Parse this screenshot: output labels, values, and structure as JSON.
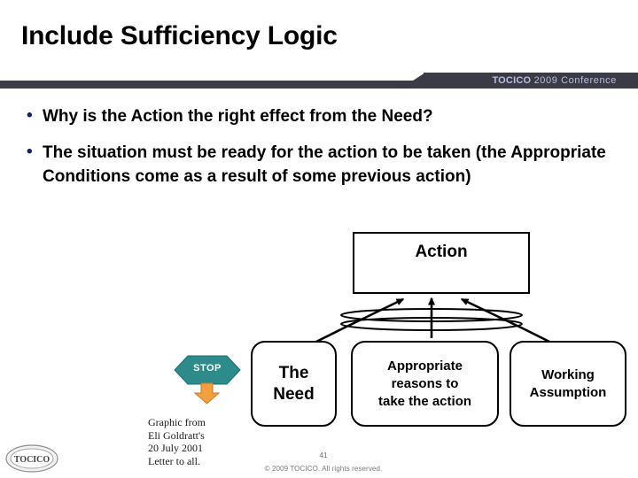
{
  "slide": {
    "title": "Include Sufficiency Logic",
    "banner": {
      "brand": "TOCICO",
      "year_text": "2009 Conference",
      "bar_color": "#3b3b45",
      "text_color": "#b9bde3"
    },
    "bullets": [
      {
        "marker": "•",
        "text": "Why is the Action the right effect from the Need?"
      },
      {
        "marker": "•",
        "text": "The situation must be ready for the action to be taken (the Appropriate Conditions come as a result of some previous action)"
      }
    ],
    "diagram": {
      "nodes": {
        "action": "Action",
        "need": "The\nNeed",
        "reasons": "Appropriate\nreasons to\ntake the action",
        "assumption": "Working\nAssumption"
      },
      "stop": {
        "label": "STOP",
        "hex_color": "#2e8b8b",
        "arrow_color": "#f0a03c",
        "label_color": "#ffffff"
      },
      "connector": "and-ellipse",
      "arrow_color": "#000000",
      "box_border_color": "#000000"
    },
    "credit": [
      "Graphic from",
      "Eli Goldratt's",
      "20 July 2001",
      "Letter to all."
    ],
    "footer": {
      "slide_number": "41",
      "copyright": "© 2009 TOCICO. All rights reserved.",
      "logo_text": "TOCICO"
    }
  }
}
